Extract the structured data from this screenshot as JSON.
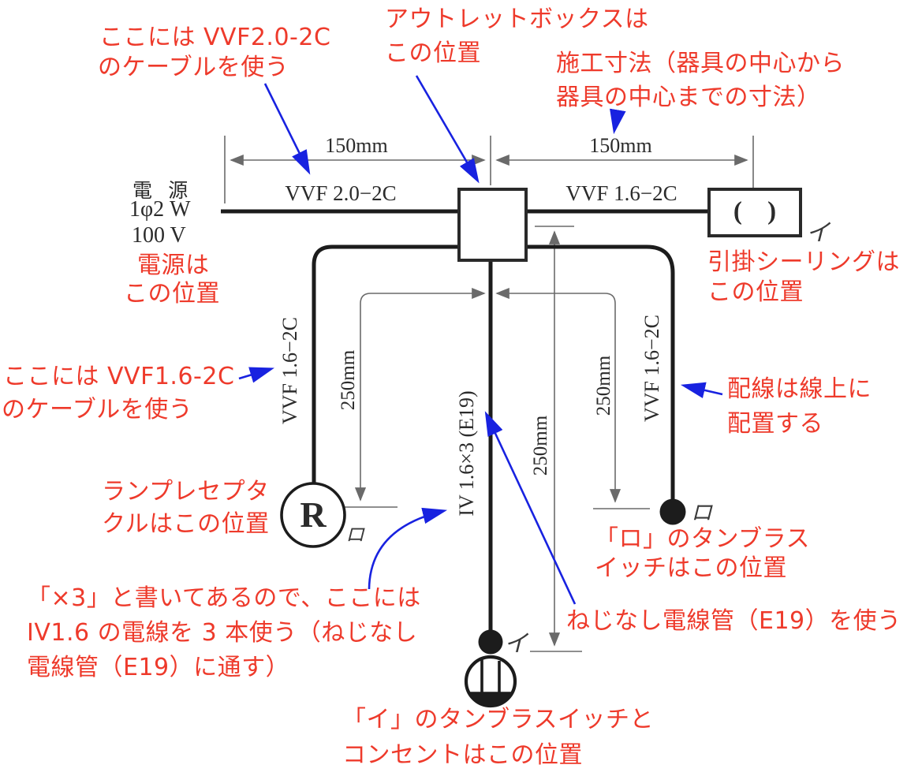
{
  "colors": {
    "annotation_red": "#ee3a2b",
    "arrow_blue": "#1822e0",
    "wire_black": "#1c1c1c",
    "dimension_gray": "#6a6a6a"
  },
  "annotations": {
    "vvf20_cable": {
      "line1": "ここには VVF2.0-2C",
      "line2": "のケーブルを使う"
    },
    "outlet_box": {
      "line1": "アウトレットボックスは",
      "line2": "この位置"
    },
    "install_dims": {
      "line1": "施工寸法（器具の中心から",
      "line2": "器具の中心までの寸法）"
    },
    "power_source": {
      "line1": "電源は",
      "line2": "この位置"
    },
    "ceiling": {
      "line1": "引掛シーリングは",
      "line2": "この位置"
    },
    "vvf16_cable": {
      "line1": "ここには VVF1.6-2C",
      "line2": "のケーブルを使う"
    },
    "lamp_receptacle": {
      "line1": "ランプレセプタ",
      "line2": "クルはこの位置"
    },
    "wiring_on_line": {
      "line1": "配線は線上に",
      "line2": "配置する"
    },
    "switch_ro": {
      "line1": "「ロ」のタンブラス",
      "line2": "イッチはこの位置"
    },
    "iv_wires": {
      "line1": "「×3」と書いてあるので、ここには",
      "line2": "IV1.6 の電線を 3 本使う（ねじなし",
      "line3": "電線管（E19）に通す）"
    },
    "conduit": {
      "line1": "ねじなし電線管（E19）を使う"
    },
    "switch_i_outlet": {
      "line1": "「イ」のタンブラスイッチと",
      "line2": "コンセントはこの位置"
    }
  },
  "diagram": {
    "power": {
      "title": "電 源",
      "phase": "1φ2 W",
      "voltage": "100 V"
    },
    "cable_labels": {
      "feed": "VVF 2.0−2C",
      "to_ceiling": "VVF 1.6−2C",
      "left_branch": "VVF 1.6−2C",
      "right_branch": "VVF 1.6−2C",
      "center_conduit": "IV 1.6×3  (E19)"
    },
    "dims": {
      "top_left": "150mm",
      "top_right": "150mm",
      "left": "250mm",
      "center": "250mm",
      "right": "250mm"
    },
    "devices": {
      "ceiling_symbol": "( )",
      "ceiling_tag": "イ",
      "receptacle_letter": "R",
      "receptacle_tag": "ロ",
      "switch_ro_tag": "ロ",
      "switch_i_tag": "イ"
    }
  }
}
